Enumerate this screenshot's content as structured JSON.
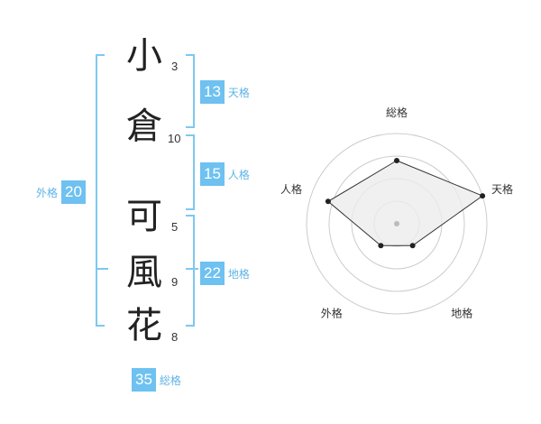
{
  "name_chars": [
    {
      "char": "小",
      "strokes": "3"
    },
    {
      "char": "倉",
      "strokes": "10"
    },
    {
      "char": "可",
      "strokes": "5"
    },
    {
      "char": "風",
      "strokes": "9"
    },
    {
      "char": "花",
      "strokes": "8"
    }
  ],
  "fortune": {
    "tenkaku": {
      "value": "13",
      "label": "天格"
    },
    "jinkaku": {
      "value": "15",
      "label": "人格"
    },
    "chikaku": {
      "value": "22",
      "label": "地格"
    },
    "gaikaku": {
      "value": "20",
      "label": "外格"
    },
    "soukaku": {
      "value": "35",
      "label": "総格"
    }
  },
  "chart_data": {
    "type": "radar",
    "axes": [
      "総格",
      "天格",
      "地格",
      "外格",
      "人格"
    ],
    "values": [
      3.5,
      5,
      1.5,
      1.5,
      4
    ],
    "max": 5,
    "rings": 4,
    "colors": {
      "fill": "#ececec",
      "line": "#333333",
      "ring": "#cccccc",
      "point": "#222222",
      "center": "#bbbbbb"
    }
  }
}
